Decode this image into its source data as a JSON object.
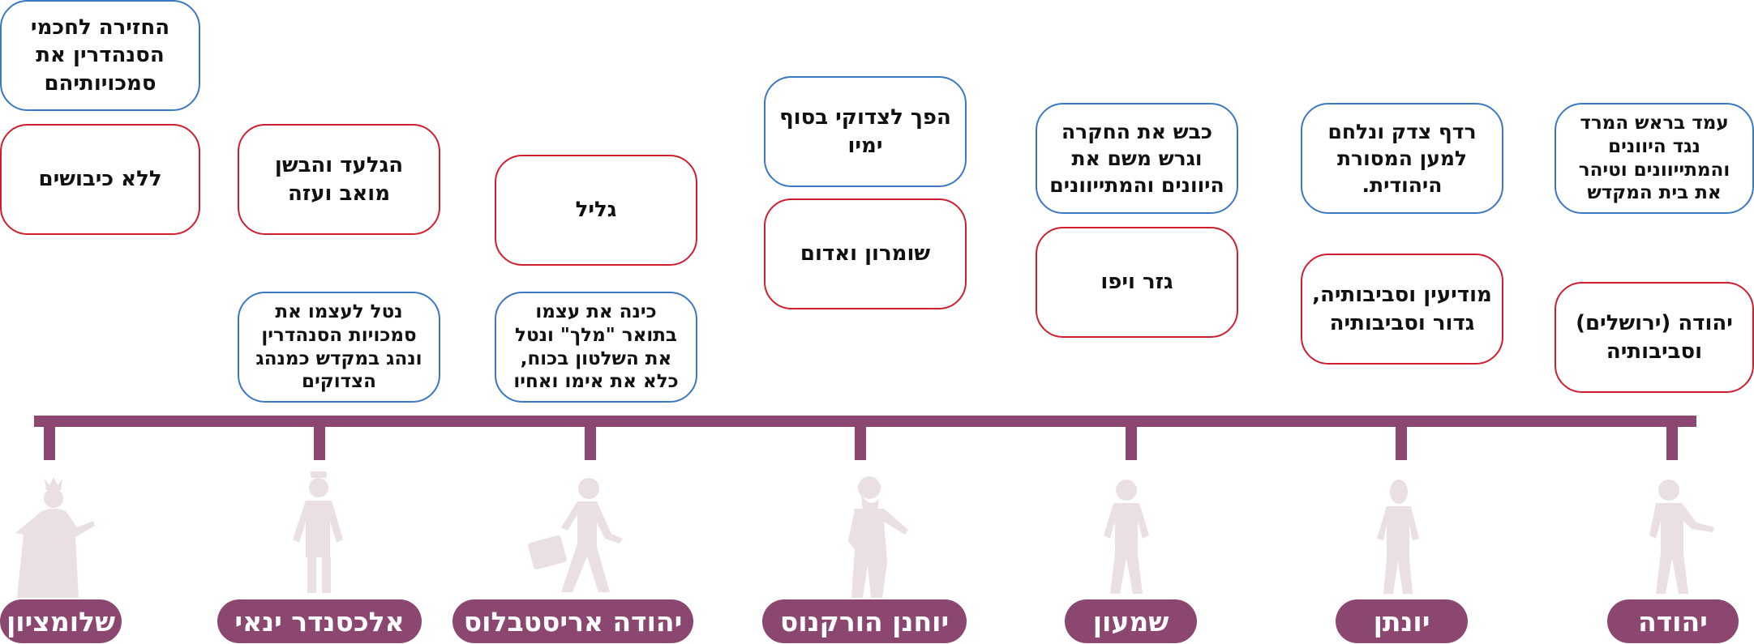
{
  "rulers": [
    {
      "name": "שלומציון",
      "policy": "החזירה לחכמי הסנהדרין את סמכויותיהם",
      "conquest": "ללא כיבושים"
    },
    {
      "name": "אלכסנדר ינאי",
      "policy": "נטל לעצמו את סמכויות הסנהדרין ונהג במקדש כמנהג הצדוקים",
      "conquest": "הגלעד והבשן מואב ועזה"
    },
    {
      "name": "יהודה אריסטבלוס",
      "policy": "כינה את עצמו בתואר \"מלך\" ונטל את השלטון בכוח, כלא את  אימו ואחיו",
      "conquest": "גליל"
    },
    {
      "name": "יוחנן הורקנוס",
      "policy": "הפך לצדוקי בסוף ימיו",
      "conquest": "שומרון ואדום"
    },
    {
      "name": "שמעון",
      "policy": "כבש את החקרה וגרש משם את היוונים והמתייוונים",
      "conquest": "גזר ויפו"
    },
    {
      "name": "יונתן",
      "policy": "רדף צדק ונלחם למען המסורת היהודית.",
      "conquest": "מודיעין וסביבותיה, גדור וסביבותיה"
    },
    {
      "name": "יהודה",
      "policy": "עמד בראש המרד נגד היוונים והמתייוונים וטיהר את בית המקדש",
      "conquest": "יהודה (ירושלים) וסביבותיה"
    }
  ],
  "colors": {
    "timeline": "#8b4770",
    "policy_border": "#3a78c4",
    "conquest_border": "#cf1f2e",
    "silhouette": "#eadfe5"
  },
  "icons": [
    "queen-silhouette-icon",
    "king-silhouette-icon",
    "walking-man-silhouette-icon",
    "bearded-man-silhouette-icon",
    "man-silhouette-icon",
    "man-silhouette-icon",
    "man-silhouette-icon"
  ]
}
